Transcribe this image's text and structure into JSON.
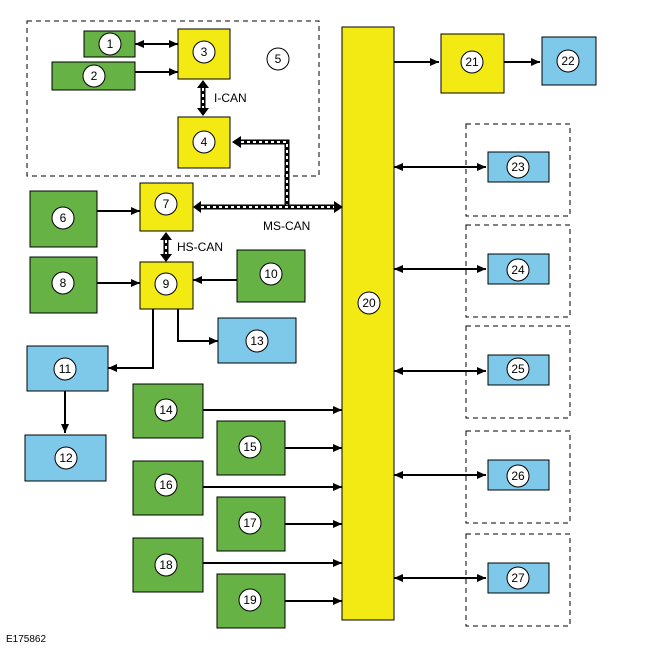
{
  "colors": {
    "green": "#66b245",
    "yellow": "#f4ea13",
    "blue": "#7ec8ea",
    "stroke": "#000000"
  },
  "bus_labels": {
    "ican": "I-CAN",
    "mscan": "MS-CAN",
    "hscan": "HS-CAN"
  },
  "figure_ref": "E175862",
  "boxes": [
    {
      "id": "1",
      "label": "1",
      "color": "green"
    },
    {
      "id": "2",
      "label": "2",
      "color": "green"
    },
    {
      "id": "3",
      "label": "3",
      "color": "yellow"
    },
    {
      "id": "4",
      "label": "4",
      "color": "yellow"
    },
    {
      "id": "5",
      "label": "5",
      "color": "none"
    },
    {
      "id": "6",
      "label": "6",
      "color": "green"
    },
    {
      "id": "7",
      "label": "7",
      "color": "yellow"
    },
    {
      "id": "8",
      "label": "8",
      "color": "green"
    },
    {
      "id": "9",
      "label": "9",
      "color": "yellow"
    },
    {
      "id": "10",
      "label": "10",
      "color": "green"
    },
    {
      "id": "11",
      "label": "11",
      "color": "blue"
    },
    {
      "id": "12",
      "label": "12",
      "color": "blue"
    },
    {
      "id": "13",
      "label": "13",
      "color": "blue"
    },
    {
      "id": "14",
      "label": "14",
      "color": "green"
    },
    {
      "id": "15",
      "label": "15",
      "color": "green"
    },
    {
      "id": "16",
      "label": "16",
      "color": "green"
    },
    {
      "id": "17",
      "label": "17",
      "color": "green"
    },
    {
      "id": "18",
      "label": "18",
      "color": "green"
    },
    {
      "id": "19",
      "label": "19",
      "color": "green"
    },
    {
      "id": "20",
      "label": "20",
      "color": "yellow"
    },
    {
      "id": "21",
      "label": "21",
      "color": "yellow"
    },
    {
      "id": "22",
      "label": "22",
      "color": "blue"
    },
    {
      "id": "23",
      "label": "23",
      "color": "blue"
    },
    {
      "id": "24",
      "label": "24",
      "color": "blue"
    },
    {
      "id": "25",
      "label": "25",
      "color": "blue"
    },
    {
      "id": "26",
      "label": "26",
      "color": "blue"
    },
    {
      "id": "27",
      "label": "27",
      "color": "blue"
    }
  ]
}
